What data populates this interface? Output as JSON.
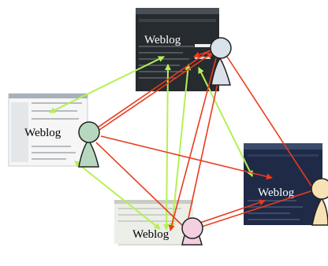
{
  "colors": {
    "person_to_weblog_edge": "#ea3b1c",
    "weblog_link_edge": "#b5f055",
    "person_top": "#d9e1ea",
    "person_left": "#b7d8bf",
    "person_bottom": "#f3cfe0",
    "person_right": "#f7e2b6",
    "light_blog_background": "#eeeeee",
    "dark_blog_background": "#262b2f",
    "dark_blue_blog_background": "#1f2a46"
  },
  "weblogs": [
    {
      "id": "top",
      "label": "Weblog",
      "theme": "dark"
    },
    {
      "id": "left",
      "label": "Weblog",
      "theme": "light"
    },
    {
      "id": "right",
      "label": "Weblog",
      "theme": "dark-blue"
    },
    {
      "id": "bottom",
      "label": "Weblog",
      "theme": "light-beige"
    }
  ],
  "people": [
    {
      "id": "top",
      "icon": "person-icon"
    },
    {
      "id": "left",
      "icon": "person-icon"
    },
    {
      "id": "bottom",
      "icon": "person-icon"
    },
    {
      "id": "right",
      "icon": "person-icon"
    }
  ]
}
